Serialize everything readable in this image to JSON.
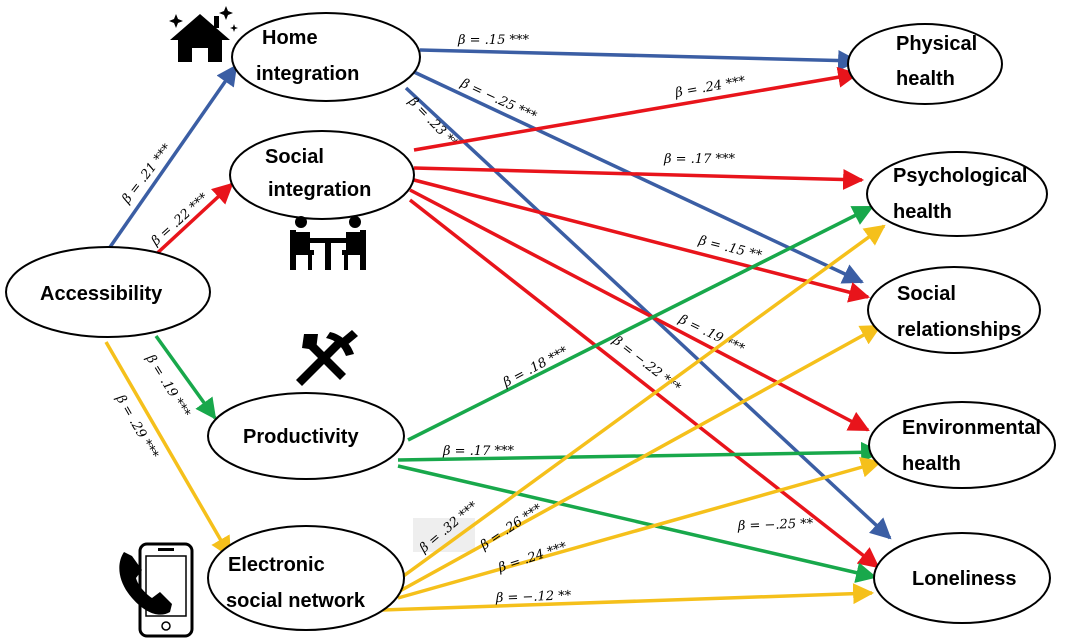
{
  "colors": {
    "blue": "#3b5ea4",
    "red": "#e8141b",
    "green": "#18a84b",
    "yellow": "#f5c01b"
  },
  "nodes": {
    "home": [
      "Home",
      "integration"
    ],
    "social": [
      "Social",
      "integration"
    ],
    "access": [
      "Accessibility"
    ],
    "prod": [
      "Productivity"
    ],
    "esn": [
      "Electronic",
      "social network"
    ],
    "phys": [
      "Physical",
      "health"
    ],
    "psych": [
      "Psychological",
      "health"
    ],
    "socrel": [
      "Social",
      "relationships"
    ],
    "env": [
      "Environmental",
      "health"
    ],
    "lone": [
      "Loneliness"
    ]
  },
  "icons": {
    "home": "house-icon",
    "social": "meeting-icon",
    "prod": "hammer-pick-icon",
    "esn": "phone-icon"
  },
  "edges": [
    {
      "id": "access-home",
      "from": "access",
      "to": "home",
      "color": "blue",
      "label": "β = .21 ***"
    },
    {
      "id": "access-social",
      "from": "access",
      "to": "social",
      "color": "red",
      "label": "β = .22 ***"
    },
    {
      "id": "access-prod",
      "from": "access",
      "to": "prod",
      "color": "green",
      "label": "β = .19 ***"
    },
    {
      "id": "access-esn",
      "from": "access",
      "to": "esn",
      "color": "yellow",
      "label": "β = .29 ***"
    },
    {
      "id": "home-phys",
      "from": "home",
      "to": "phys",
      "color": "blue",
      "label": "β = .15 ***"
    },
    {
      "id": "home-socrel",
      "from": "home",
      "to": "socrel",
      "color": "blue",
      "label": "β = −.25 ***"
    },
    {
      "id": "home-lone",
      "from": "home",
      "to": "lone",
      "color": "blue",
      "label": "β = .23 **"
    },
    {
      "id": "social-phys",
      "from": "social",
      "to": "phys",
      "color": "red",
      "label": "β = .24 ***"
    },
    {
      "id": "social-psych",
      "from": "social",
      "to": "psych",
      "color": "red",
      "label": "β = .17 ***"
    },
    {
      "id": "social-socrel",
      "from": "social",
      "to": "socrel",
      "color": "red",
      "label": "β = .15 **"
    },
    {
      "id": "social-env",
      "from": "social",
      "to": "env",
      "color": "red",
      "label": "β = .19 ***"
    },
    {
      "id": "social-lone",
      "from": "social",
      "to": "lone",
      "color": "red",
      "label": "β = −.22 ***"
    },
    {
      "id": "prod-psych",
      "from": "prod",
      "to": "psych",
      "color": "green",
      "label": "β = .18 ***"
    },
    {
      "id": "prod-env",
      "from": "prod",
      "to": "env",
      "color": "green",
      "label": "β = .17 ***"
    },
    {
      "id": "prod-lone",
      "from": "prod",
      "to": "lone",
      "color": "green",
      "label": "β = −.25 **"
    },
    {
      "id": "esn-psych",
      "from": "esn",
      "to": "psych",
      "color": "yellow",
      "label": "β = .32 ***"
    },
    {
      "id": "esn-socrel",
      "from": "esn",
      "to": "socrel",
      "color": "yellow",
      "label": "β = .26 ***"
    },
    {
      "id": "esn-env",
      "from": "esn",
      "to": "env",
      "color": "yellow",
      "label": "β = .24 ***"
    },
    {
      "id": "esn-lone",
      "from": "esn",
      "to": "lone",
      "color": "yellow",
      "label": "β = −.12 **"
    }
  ]
}
